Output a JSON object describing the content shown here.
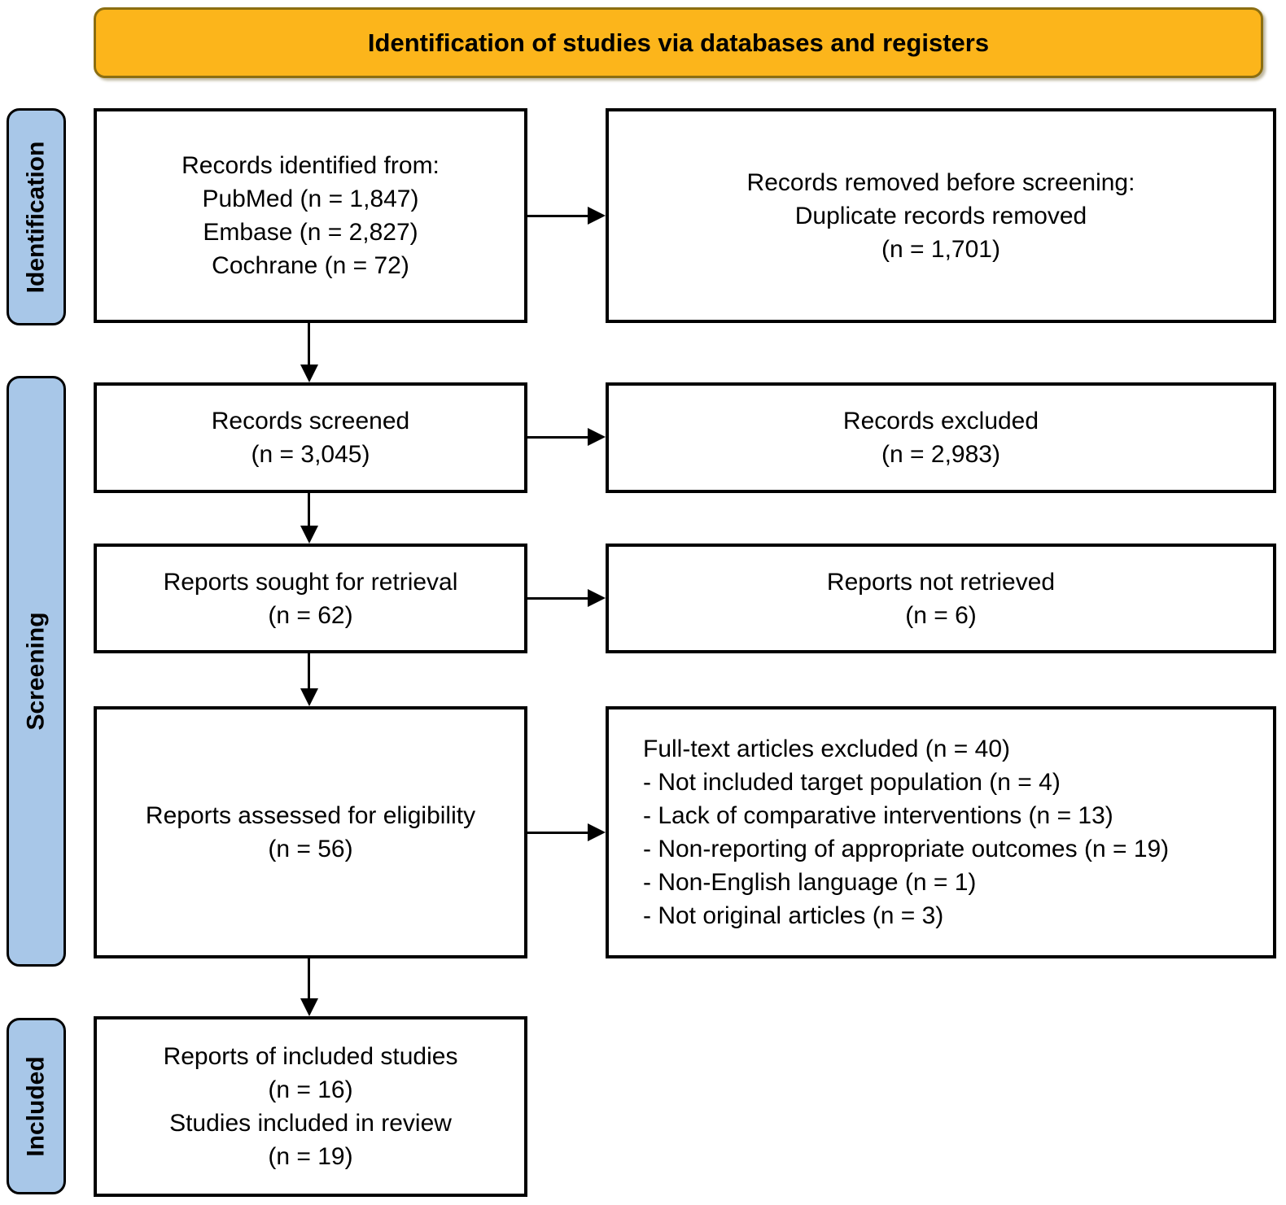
{
  "banner": {
    "label": "Identification of studies via databases and registers"
  },
  "sidebar": {
    "stages": [
      {
        "id": "identification",
        "label": "Identification"
      },
      {
        "id": "screening",
        "label": "Screening"
      },
      {
        "id": "included",
        "label": "Included"
      }
    ]
  },
  "boxes": {
    "records_identified": {
      "lines": [
        "Records identified from:",
        "PubMed (n = 1,847)",
        "Embase (n = 2,827)",
        "Cochrane (n = 72)"
      ]
    },
    "records_removed": {
      "lines": [
        "Records removed before screening:",
        "Duplicate records removed",
        "(n = 1,701)"
      ]
    },
    "records_screened": {
      "lines": [
        "Records screened",
        "(n = 3,045)"
      ]
    },
    "records_excluded": {
      "lines": [
        "Records excluded",
        "(n = 2,983)"
      ]
    },
    "reports_sought": {
      "lines": [
        "Reports sought for retrieval",
        "(n = 62)"
      ]
    },
    "reports_not_retrieved": {
      "lines": [
        "Reports not retrieved",
        "(n = 6)"
      ]
    },
    "reports_assessed": {
      "lines": [
        "Reports assessed for eligibility",
        "(n = 56)"
      ]
    },
    "fulltext_excluded": {
      "lines": [
        "Full-text articles excluded (n = 40)",
        "- Not included target population (n = 4)",
        "- Lack of comparative interventions (n = 13)",
        "- Non-reporting of appropriate outcomes (n = 19)",
        "- Non-English language (n = 1)",
        "- Not original articles (n = 3)"
      ]
    },
    "included_studies": {
      "lines": [
        "Reports of included studies",
        "(n = 16)",
        "Studies included in review",
        "(n = 19)"
      ]
    }
  },
  "colors": {
    "banner_fill": "#FCB51B",
    "banner_border": "#8B6E11",
    "stage_fill": "#A8C7E8",
    "stage_border": "#000000",
    "box_border": "#000000",
    "arrow_color": "#000000",
    "text_color": "#000000"
  }
}
